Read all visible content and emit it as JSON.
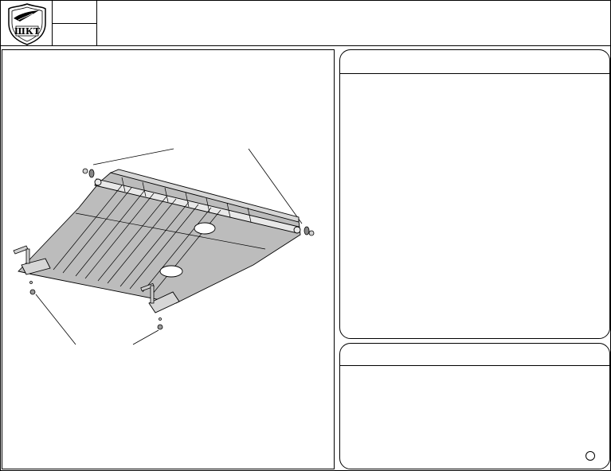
{
  "header": {
    "logo": "shield-logo",
    "logo_text": "ШКТ",
    "code_top": "",
    "code_bottom": "",
    "title": ""
  },
  "drawing": {
    "description_icon": "skid-plate-drawing"
  },
  "parts_panel": {
    "heading": ""
  },
  "notes_panel": {
    "heading": ""
  }
}
